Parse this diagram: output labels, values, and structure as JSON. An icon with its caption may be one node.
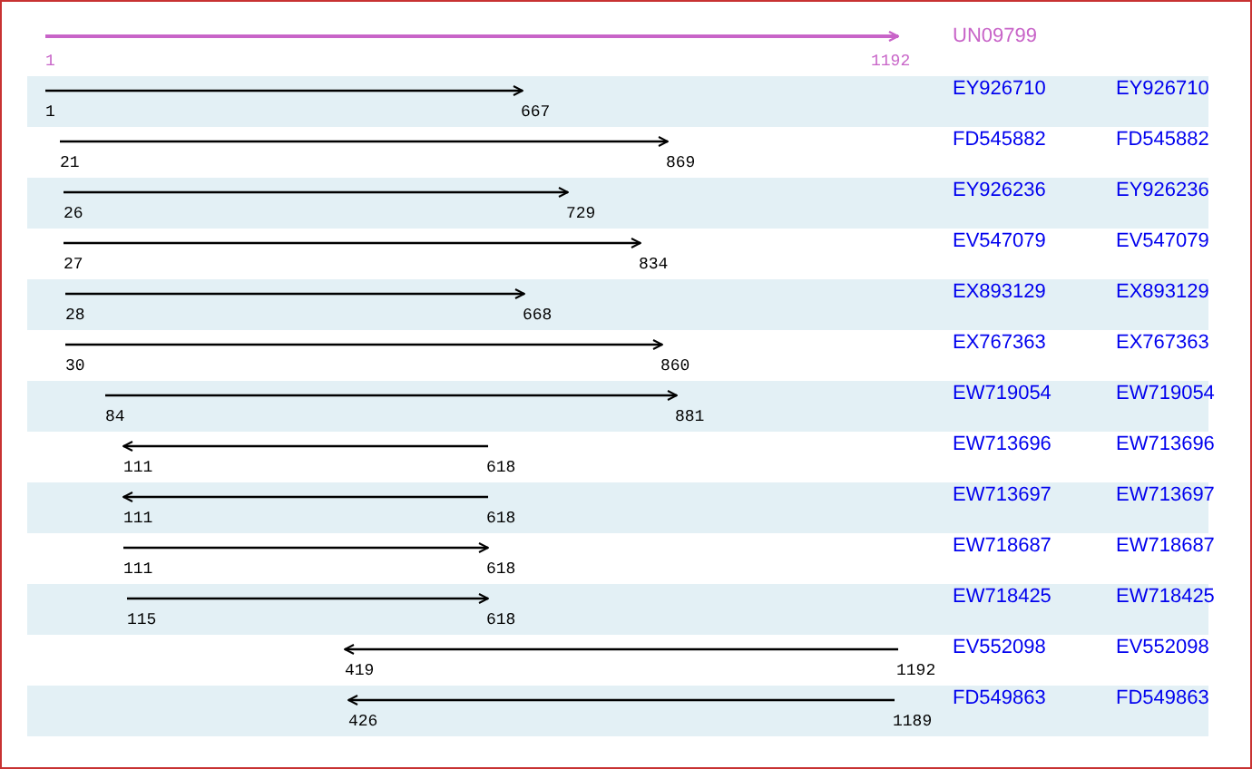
{
  "diagram": {
    "labels": [
      "1",
      "1192",
      "UN09799",
      "1",
      "667",
      "EY926710",
      "EY926710",
      "21",
      "869",
      "FD545882",
      "FD545882",
      "26",
      "729",
      "EY926236",
      "EY926236",
      "27",
      "834",
      "EV547079",
      "EV547079",
      "28",
      "668",
      "EX893129",
      "EX893129",
      "30",
      "860",
      "EX767363",
      "EX767363",
      "84",
      "881",
      "EW719054",
      "EW719054",
      "111",
      "618",
      "EW713696",
      "EW713696",
      "111",
      "618",
      "EW713697",
      "EW713697",
      "111",
      "618",
      "EW718687",
      "EW718687",
      "115",
      "618",
      "EW718425",
      "EW718425",
      "419",
      "1192",
      "EV552098",
      "EV552098",
      "426",
      "1189",
      "FD549863",
      "FD549863"
    ]
  }
}
